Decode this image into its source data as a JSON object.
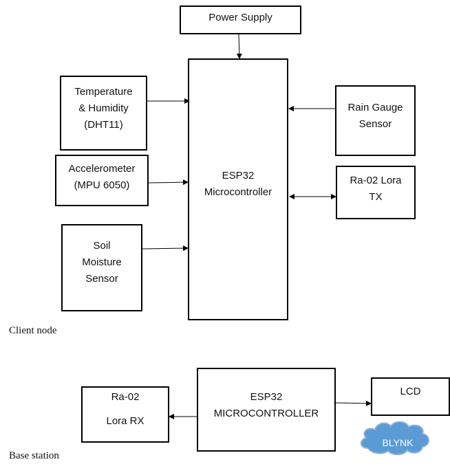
{
  "client": {
    "power": "Power Supply",
    "temp": [
      "Temperature",
      "& Humidity",
      "(DHT11)"
    ],
    "accel": [
      "Accelerometer",
      "(MPU 6050)"
    ],
    "soil": [
      "Soil",
      "Moisture",
      "Sensor"
    ],
    "esp": [
      "ESP32",
      "Microcontroller"
    ],
    "rain": [
      "Rain Gauge",
      "Sensor"
    ],
    "lora": [
      "Ra-02 Lora",
      "TX"
    ],
    "caption": "Client node"
  },
  "base": {
    "lora": [
      "Ra-02",
      "Lora RX"
    ],
    "esp": [
      "ESP32",
      "MICROCONTROLLER"
    ],
    "lcd": "LCD",
    "cloud": "BLYNK",
    "caption": "Base station"
  },
  "colors": {
    "cloud_fill": "#5b9bd5",
    "cloud_stroke": "#8fb0d6",
    "line": "#000000"
  }
}
